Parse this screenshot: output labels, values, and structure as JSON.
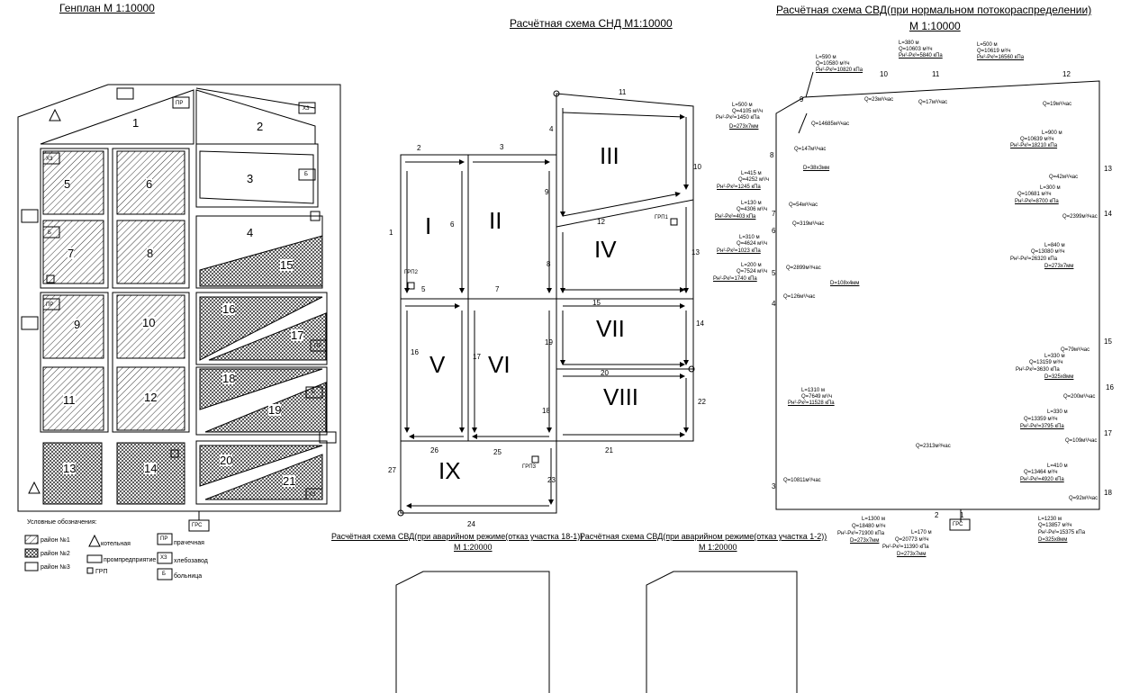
{
  "titles": {
    "genplan": "Генплан М 1:10000",
    "snd": "Расчётная схема СНД М1:10000",
    "svd_normal_line1": "Расчётная схема СВД(при нормальном потокораспределении)",
    "svd_normal_line2": "М 1:10000",
    "svd_fail_18_1_line1": "Расчётная схема СВД(при аварийном режиме(отказ участка 18-1))",
    "svd_fail_18_1_line2": "М 1:20000",
    "svd_fail_1_2_line1": "Расчётная схема СВД(при аварийном режиме(отказ участка 1-2))",
    "svd_fail_1_2_line2": "М 1:20000"
  },
  "genplan": {
    "zones": [
      "1",
      "2",
      "3",
      "4",
      "5",
      "6",
      "7",
      "8",
      "9",
      "10",
      "11",
      "12",
      "13",
      "14",
      "15",
      "16",
      "17",
      "18",
      "19",
      "20",
      "21"
    ],
    "markers": {
      "pr": "ПР",
      "hz": "ХЗ",
      "b": "Б",
      "grs": "ГРС"
    }
  },
  "legend": {
    "title": "Условные обозначения:",
    "items": [
      "район №1",
      "район №2",
      "район №3",
      "котельная",
      "промпредприятие",
      "ГРП",
      "прачечная",
      "хлебозавод",
      "больница"
    ],
    "codes": {
      "pr": "ПР",
      "hz": "ХЗ",
      "b": "Б"
    }
  },
  "snd": {
    "districts": [
      "I",
      "II",
      "III",
      "IV",
      "V",
      "VI",
      "VII",
      "VIII",
      "IX"
    ],
    "sections": [
      "1",
      "2",
      "3",
      "4",
      "5",
      "6",
      "7",
      "8",
      "9",
      "10",
      "11",
      "12",
      "13",
      "14",
      "15",
      "16",
      "17",
      "18",
      "19",
      "20",
      "21",
      "22",
      "23",
      "24",
      "25",
      "26",
      "27"
    ],
    "grp": [
      "ГРП1",
      "ГРП2",
      "ГРП3"
    ]
  },
  "svd_normal": {
    "nodes": [
      "1",
      "2",
      "3",
      "4",
      "5",
      "6",
      "7",
      "8",
      "9",
      "10",
      "11",
      "12",
      "13",
      "14",
      "15",
      "16",
      "17",
      "18"
    ],
    "grs": "ГРС",
    "top_params": [
      [
        "L=590 м",
        "Q=10580 м³/ч",
        "Pн²-Pк²=10820 кПа"
      ],
      [
        "L=380 м",
        "Q=10603 м³/ч",
        "Pн²-Pк²=5840 кПа"
      ],
      [
        "L=500 м",
        "Q=10619 м³/ч",
        "Pн²-Pк²=16560 кПа"
      ]
    ],
    "left_params": [
      [
        "L=500 м",
        "Q=4105 м³/ч",
        "Pн²-Pк²=1450 кПа",
        "D=273x7мм"
      ],
      [
        "L=415 м",
        "Q=4252 м³/ч",
        "Pн²-Pк²=1245 кПа"
      ],
      [
        "L=130 м",
        "Q=4306 м³/ч",
        "Pн²-Pк²=403 кПа"
      ],
      [
        "L=310 м",
        "Q=4624 м³/ч",
        "Pн²-Pк²=1023 кПа"
      ],
      [
        "L=200 м",
        "Q=7524 м³/ч",
        "Pн²-Pк²=1740 кПа"
      ],
      [
        "L=1310 м",
        "Q=7649 м³/ч",
        "Pн²-Pк²=11528 кПа"
      ]
    ],
    "right_params": [
      [
        "L=900 м",
        "Q=10639 м³/ч",
        "Pн²-Pк²=18210 кПа"
      ],
      [
        "L=300 м",
        "Q=10681 м³/ч",
        "Pн²-Pк²=8700 кПа"
      ],
      [
        "L=840 м",
        "Q=13080 м³/ч",
        "Pн²-Pк²=26320 кПа",
        "D=273x7мм"
      ],
      [
        "L=330 м",
        "Q=13159 м³/ч",
        "Pн²-Pк²=3630 кПа",
        "D=325x8мм"
      ],
      [
        "L=330 м",
        "Q=13359 м³/ч",
        "Pн²-Pк²=3795 кПа"
      ],
      [
        "L=410 м",
        "Q=13464 м³/ч",
        "Pн²-Pк²=4920 кПа"
      ]
    ],
    "bottom_params": [
      [
        "L=1300 м",
        "Q=18480 м³/ч",
        "Pн²-Pк²=71900 кПа",
        "D=273x7мм"
      ],
      [
        "L=170 м",
        "Q=20773 м³/ч",
        "Pн²-Pк²=11390 кПа",
        "D=273x7мм"
      ],
      [
        "L=1230 м",
        "Q=13857 м³/ч",
        "Pн²-Pк²=15375 кПа",
        "D=325x8мм"
      ]
    ],
    "consumers": [
      "Q=14685м³/час",
      "Q=23м³/час",
      "Q=17м³/час",
      "Q=19м³/час",
      "Q=147м³/час",
      "D=38x3мм",
      "Q=54м³/час",
      "Q=319м³/час",
      "Q=2899м³/час",
      "D=108x4мм",
      "Q=126м³/час",
      "Q=42м³/час",
      "Q=2399м³/час",
      "Q=79м³/час",
      "Q=200м³/час",
      "Q=109м³/час",
      "Q=92м³/час",
      "Q=10811м³/час",
      "Q=2313м³/час"
    ]
  }
}
